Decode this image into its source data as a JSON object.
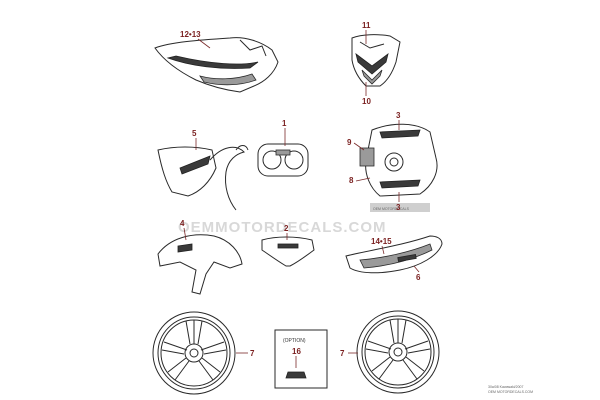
{
  "watermark": "OEMMOTORDECALS.COM",
  "watermark_badge": "OEM MOTORDECALS",
  "option_label": "(OPTION)",
  "footer_code": "30a/08  Kawasaki/2007",
  "footer_sub": "OEM MOTORDECALS.COM",
  "callouts": {
    "c1213": "12•13",
    "c11": "11",
    "c10": "10",
    "c1": "1",
    "c5": "5",
    "c3a": "3",
    "c9": "9",
    "c8": "8",
    "c3b": "3",
    "c4": "4",
    "c2": "2",
    "c1415": "14•15",
    "c6": "6",
    "c7a": "7",
    "c16": "16",
    "c7b": "7"
  }
}
